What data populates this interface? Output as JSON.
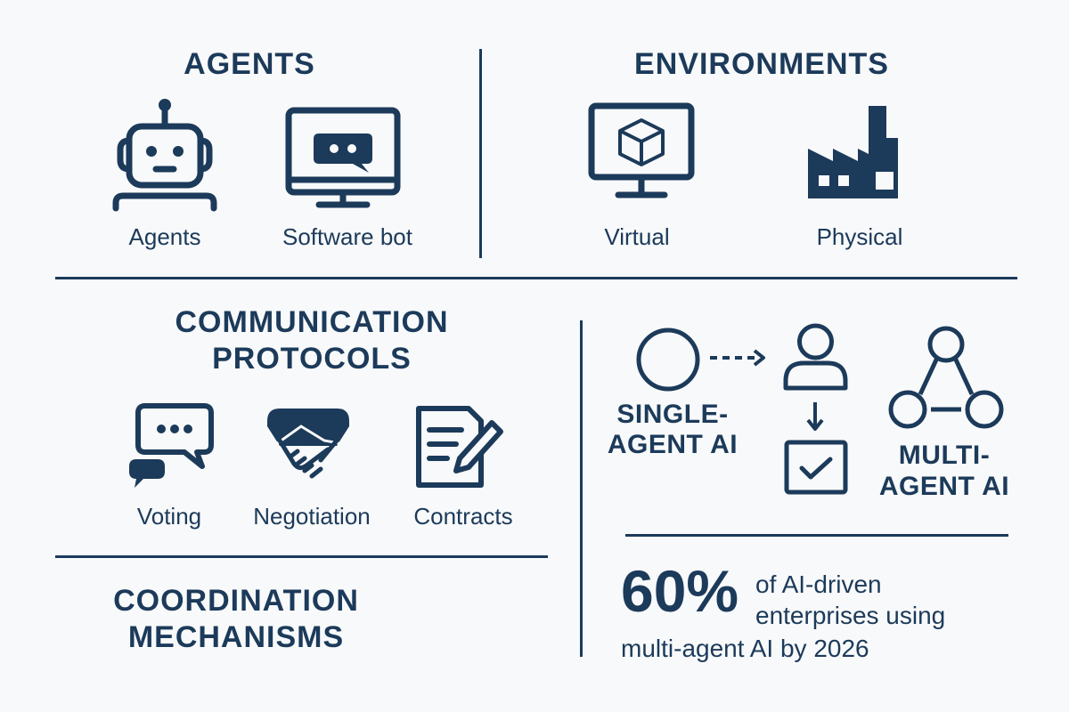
{
  "agents": {
    "heading": "AGENTS",
    "items": [
      {
        "label": "Agents",
        "icon": "robot-icon"
      },
      {
        "label": "Software bot",
        "icon": "monitor-chat-icon"
      }
    ]
  },
  "environments": {
    "heading": "ENVIRONMENTS",
    "items": [
      {
        "label": "Virtual",
        "icon": "monitor-cube-icon"
      },
      {
        "label": "Physical",
        "icon": "factory-icon"
      }
    ]
  },
  "communication": {
    "heading_line1": "COMMUNICATION",
    "heading_line2": "PROTOCOLS",
    "items": [
      {
        "label": "Voting",
        "icon": "chat-bubbles-icon"
      },
      {
        "label": "Negotiation",
        "icon": "handshake-icon"
      },
      {
        "label": "Contracts",
        "icon": "document-pen-icon"
      }
    ]
  },
  "coordination": {
    "heading_line1": "COORDINATION",
    "heading_line2": "MECHANISMS"
  },
  "ai_types": {
    "single_line1": "SINGLE-",
    "single_line2": "AGENT AI",
    "multi_line1": "MULTI-",
    "multi_line2": "AGENT AI"
  },
  "stat": {
    "value": "60%",
    "line1": "of AI-driven",
    "line2": "enterprises using",
    "line3": "multi-agent AI by 2026"
  },
  "colors": {
    "primary": "#1c3a5a",
    "background": "#f8f9fa"
  }
}
